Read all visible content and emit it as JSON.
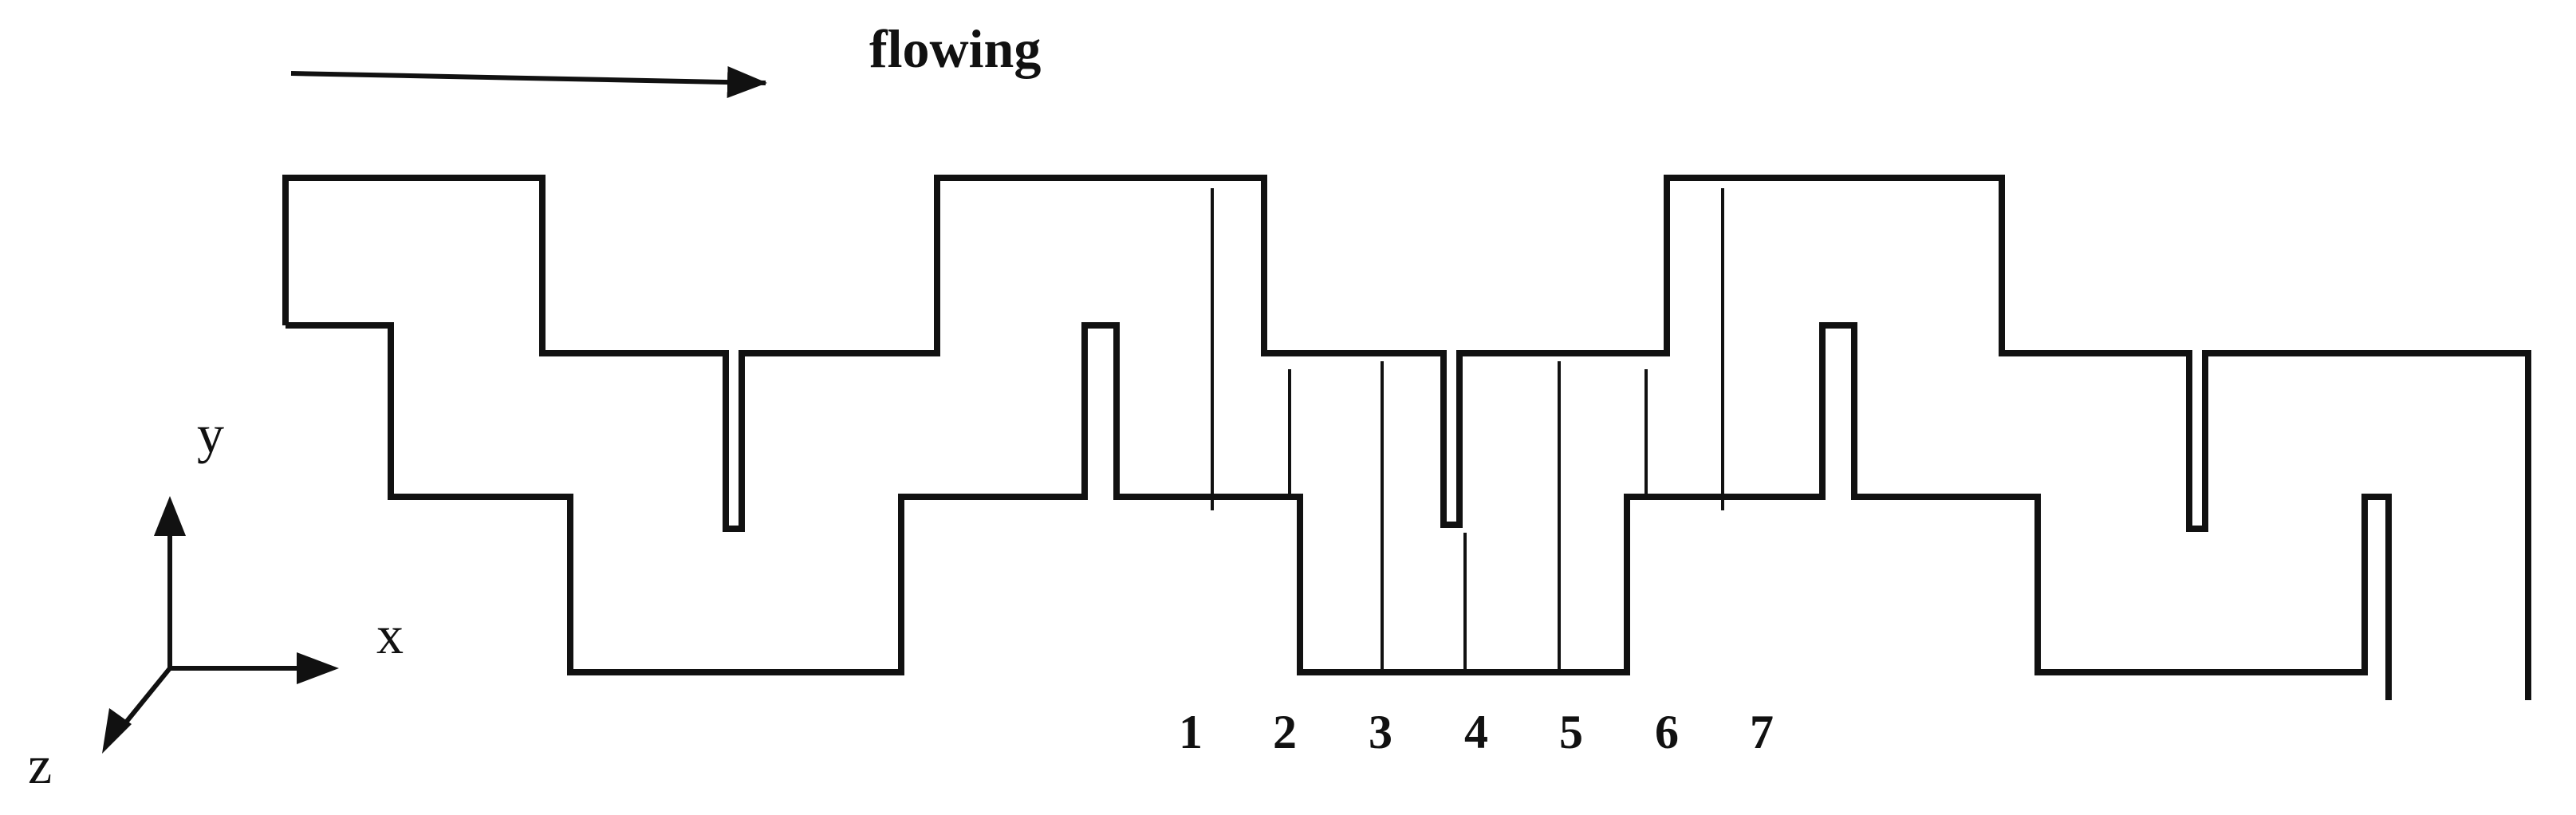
{
  "flow": {
    "label": "flowing"
  },
  "axes": {
    "y": "y",
    "x": "x",
    "z": "z"
  },
  "sections": [
    {
      "label": "1"
    },
    {
      "label": "2"
    },
    {
      "label": "3"
    },
    {
      "label": "4"
    },
    {
      "label": "5"
    },
    {
      "label": "6"
    },
    {
      "label": "7"
    }
  ],
  "colors": {
    "stroke": "#111111",
    "background": "#ffffff"
  }
}
